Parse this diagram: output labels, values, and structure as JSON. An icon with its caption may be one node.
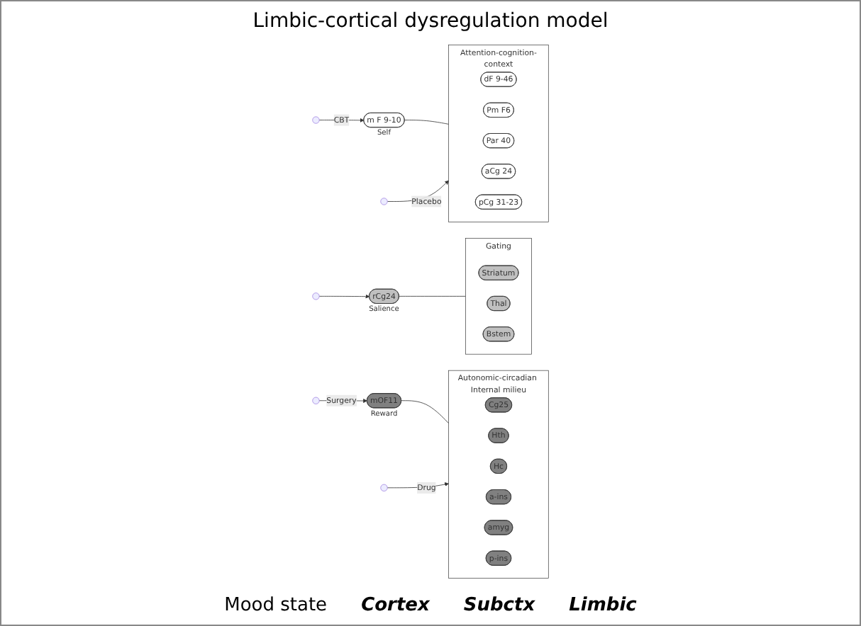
{
  "diagram": {
    "title": "Limbic-cortical dysregulation model",
    "nodes": [
      {
        "text": [
          "m F 9-10"
        ],
        "beside": [
          "Self"
        ]
      },
      {
        "text": [
          "rCg24"
        ],
        "beside": [
          "Salience"
        ]
      },
      {
        "text": [
          "mOF11"
        ],
        "beside": [
          "Reward"
        ]
      },
      {
        "text": [
          "Attention-cognition-context"
        ]
      },
      {
        "text": [
          "dF 9-46"
        ],
        "in": 3
      },
      {
        "text": [
          "Pm F6"
        ],
        "in": 3
      },
      {
        "text": [
          "Par 40"
        ],
        "in": 3
      },
      {
        "text": [
          "aCg 24"
        ],
        "in": 3
      },
      {
        "text": [
          "pCg 31-23"
        ],
        "in": 3
      },
      {
        "text": [
          "Gating"
        ]
      },
      {
        "text": [
          "Striatum"
        ],
        "in": 9
      },
      {
        "text": [
          "Thal"
        ],
        "in": 9
      },
      {
        "text": [
          "Bstem"
        ],
        "in": 9
      },
      {
        "text": [
          "Autonomic-circadian Internal milieu"
        ]
      },
      {
        "text": [
          "Cg25"
        ],
        "in": 13
      },
      {
        "text": [
          "Hth"
        ],
        "in": 13
      },
      {
        "text": [
          "Hc"
        ],
        "in": 13
      },
      {
        "text": [
          "a-ins"
        ],
        "in": 13
      },
      {
        "text": [
          "amyg"
        ],
        "in": 13
      },
      {
        "text": [
          "p-ins"
        ],
        "in": 13
      }
    ],
    "edges": [
      {
        "from": null,
        "to": 0,
        "arrow": "to",
        "label": "CBT"
      },
      {
        "from": null,
        "to": 1,
        "arrow": "to"
      },
      {
        "from": null,
        "to": 2,
        "arrow": "to",
        "label": "Surgery"
      },
      {
        "from": 0,
        "to": 3,
        "arrow": "none"
      },
      {
        "from": 1,
        "to": 9,
        "arrow": "none"
      },
      {
        "from": 2,
        "to": 13,
        "arrow": "none"
      },
      {
        "from": null,
        "to": 3,
        "arrow": "to",
        "label": "Placebo"
      },
      {
        "from": null,
        "to": 13,
        "arrow": "to",
        "label": "Drug"
      }
    ],
    "labels": [
      "Mood state",
      "Cortex",
      "Subctx",
      "Limbic"
    ]
  }
}
